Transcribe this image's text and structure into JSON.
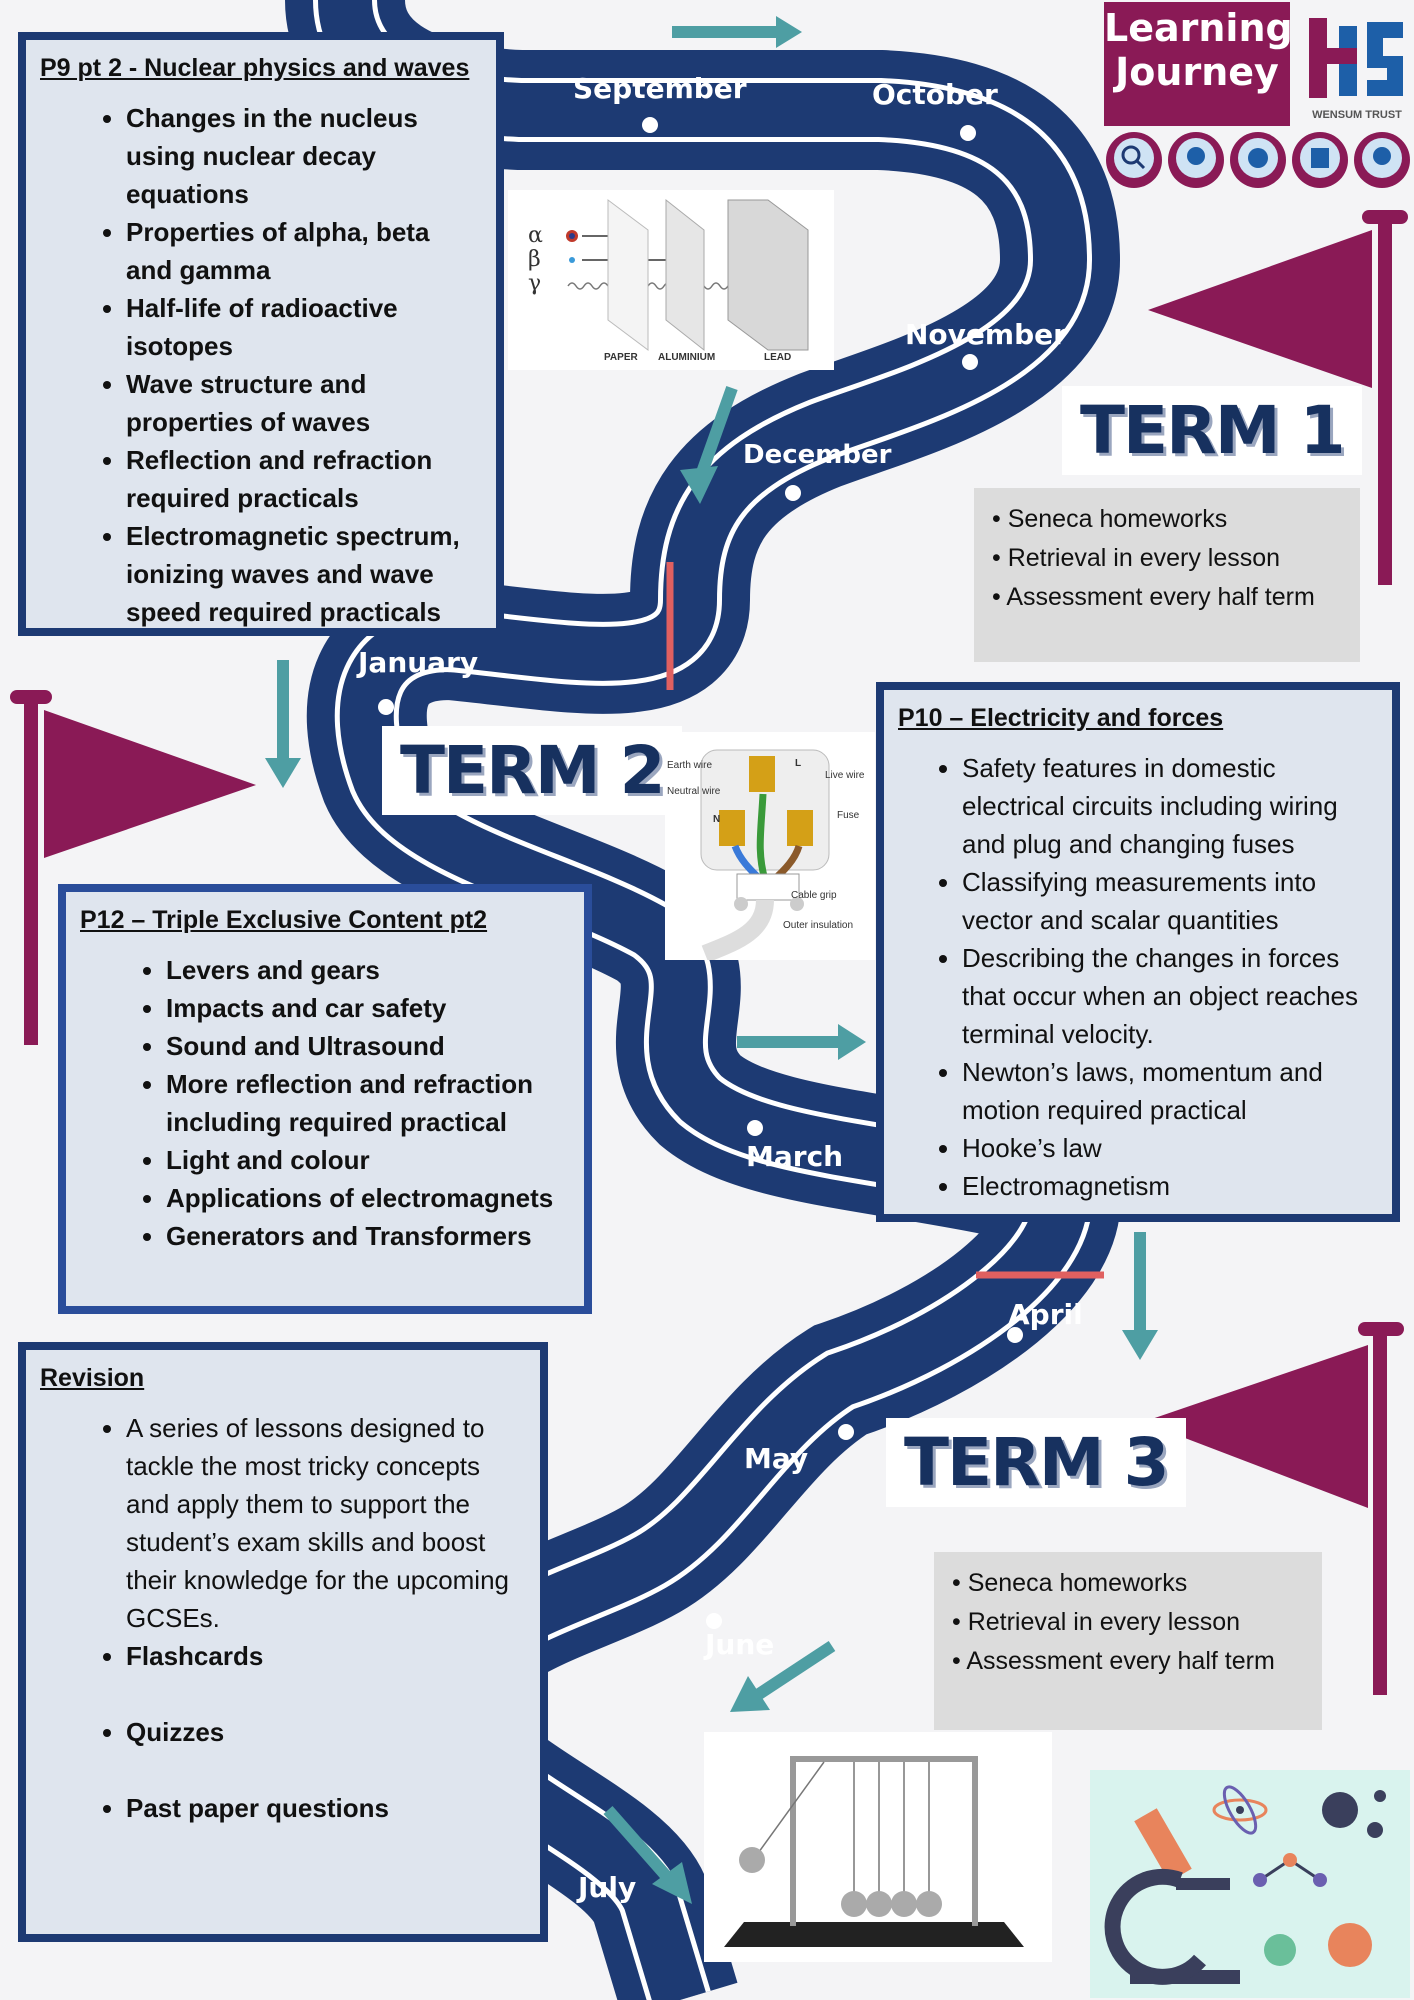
{
  "header": {
    "logo_title": "Learning Journey",
    "trust": "WENSUM TRUST"
  },
  "months": [
    "September",
    "October",
    "November",
    "December",
    "January",
    "March",
    "April",
    "May",
    "June",
    "July"
  ],
  "terms": {
    "term1": "TERM 1",
    "term2": "TERM 2",
    "term3": "TERM 3"
  },
  "p9": {
    "title": "P9 pt 2 - Nuclear physics and waves",
    "items": [
      "Changes in the nucleus using nuclear decay equations",
      "Properties of alpha, beta and gamma",
      "Half-life of radioactive isotopes",
      "Wave structure and properties of waves",
      "Reflection and refraction required practicals",
      "Electromagnetic spectrum, ionizing waves and wave speed required practicals"
    ]
  },
  "p10": {
    "title": "P10 – Electricity and forces",
    "items": [
      "Safety features in domestic electrical circuits including wiring and plug and changing fuses",
      "Classifying measurements into vector and scalar quantities",
      "Describing the changes in forces that occur when an object reaches terminal velocity.",
      "Newton’s laws, momentum and motion required practical",
      "Hooke’s law",
      "Electromagnetism"
    ]
  },
  "p12": {
    "title": "P12 –  Triple Exclusive Content pt2",
    "items": [
      "Levers and gears",
      "Impacts and car safety",
      "Sound and Ultrasound",
      "More reflection and refraction including required practical",
      "Light and colour",
      "Applications of electromagnets",
      "Generators and Transformers"
    ]
  },
  "revision": {
    "title": "Revision",
    "items": [
      "A series of lessons designed to tackle the most tricky concepts and apply them to support the student’s exam skills and boost their knowledge for the upcoming GCSEs.",
      "Flashcards",
      "Quizzes",
      "Past paper questions"
    ]
  },
  "notes": {
    "term1": [
      "Seneca homeworks",
      "Retrieval in every lesson",
      "Assessment every half term"
    ],
    "term3": [
      "Seneca homeworks",
      "Retrieval in every lesson",
      "Assessment every half term"
    ]
  },
  "radiation_diagram": {
    "symbols": [
      "α",
      "β",
      "γ"
    ],
    "materials": [
      "PAPER",
      "ALUMINIUM",
      "LEAD"
    ]
  },
  "plug_diagram": {
    "labels": [
      "Earth wire",
      "Neutral wire",
      "Live wire",
      "Fuse",
      "Cable grip",
      "Outer insulation",
      "N",
      "L"
    ]
  },
  "colors": {
    "road": "#1d3a73",
    "accent": "#8a1a56",
    "arrow": "#4e9ea3",
    "divider": "#e06060"
  }
}
